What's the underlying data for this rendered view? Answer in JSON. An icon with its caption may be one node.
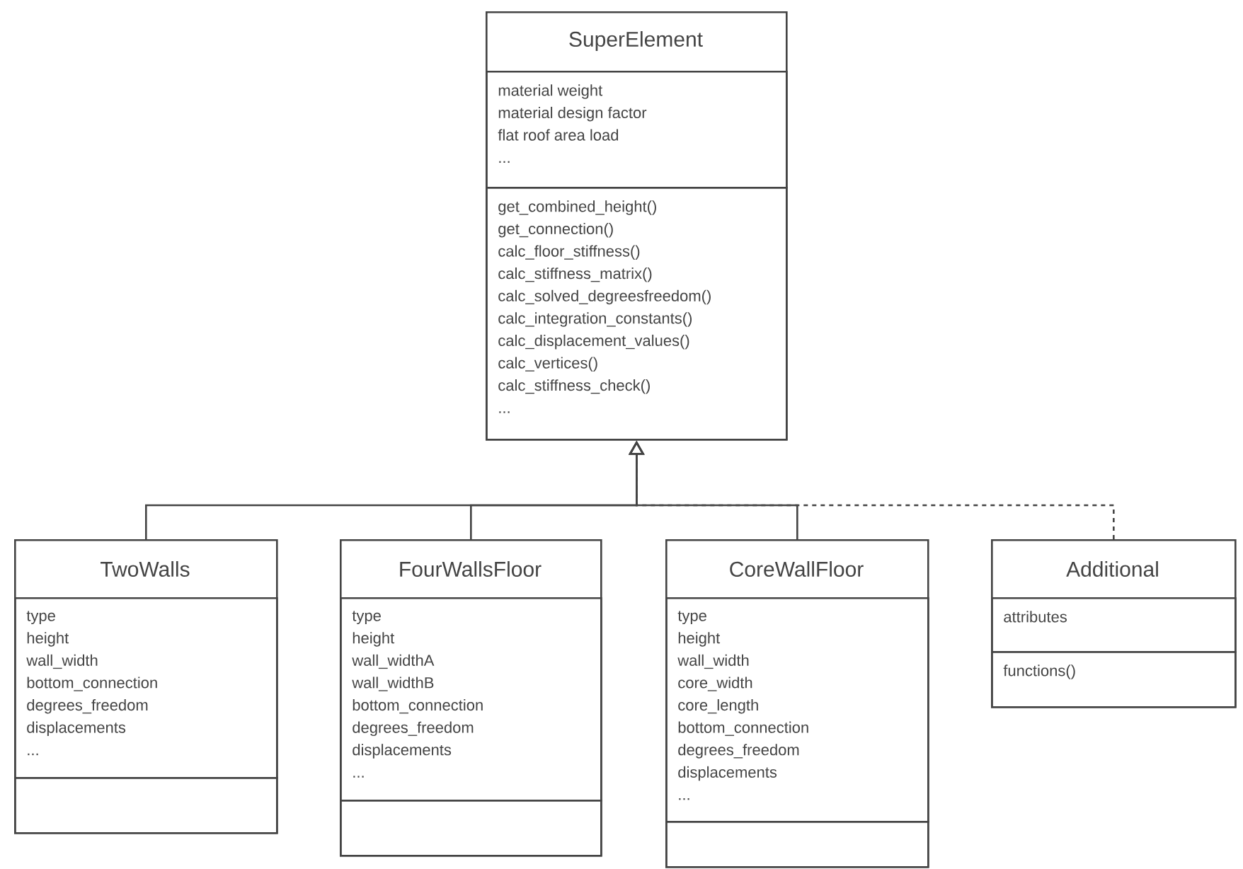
{
  "diagram": {
    "nodes": [
      {
        "text": [
          "SuperElement"
        ]
      },
      {
        "text": [
          "material weight",
          "material design factor",
          "flat roof area load",
          "..."
        ],
        "in": 0
      },
      {
        "text": [
          "get_combined_height()",
          "get_connection()",
          "calc_floor_stiffness()",
          "calc_stiffness_matrix()",
          "calc_solved_degreesfreedom()",
          "calc_integration_constants()",
          "calc_displacement_values()",
          "calc_vertices()",
          "calc_stiffness_check()",
          "..."
        ],
        "in": 0
      },
      {
        "text": [
          "TwoWalls"
        ]
      },
      {
        "text": [
          "type",
          "height",
          "wall_width",
          "bottom_connection",
          "degrees_freedom",
          "displacements",
          "..."
        ],
        "in": 3
      },
      {
        "text": [],
        "shape": "box",
        "in": 3
      },
      {
        "text": [
          "FourWallsFloor"
        ]
      },
      {
        "text": [
          "type",
          "height",
          "wall_widthA",
          "wall_widthB",
          "bottom_connection",
          "degrees_freedom",
          "displacements",
          "..."
        ],
        "in": 6
      },
      {
        "text": [],
        "shape": "box",
        "in": 6
      },
      {
        "text": [
          "CoreWallFloor"
        ]
      },
      {
        "text": [
          "type",
          "height",
          "wall_width",
          "core_width",
          "core_length",
          "bottom_connection",
          "degrees_freedom",
          "displacements",
          "..."
        ],
        "in": 9
      },
      {
        "text": [],
        "shape": "box",
        "in": 9
      },
      {
        "text": [
          "Additional"
        ]
      },
      {
        "text": [
          "attributes"
        ],
        "in": 12
      },
      {
        "text": [
          "functions()"
        ],
        "in": 12
      }
    ],
    "edges": [
      {
        "from": 3,
        "to": 0,
        "arrow": "to"
      },
      {
        "from": 6,
        "to": 0,
        "arrow": "to"
      },
      {
        "from": 9,
        "to": 0,
        "arrow": "to"
      },
      {
        "from": 12,
        "to": 0,
        "arrow": "to",
        "style": "dashed"
      }
    ]
  }
}
